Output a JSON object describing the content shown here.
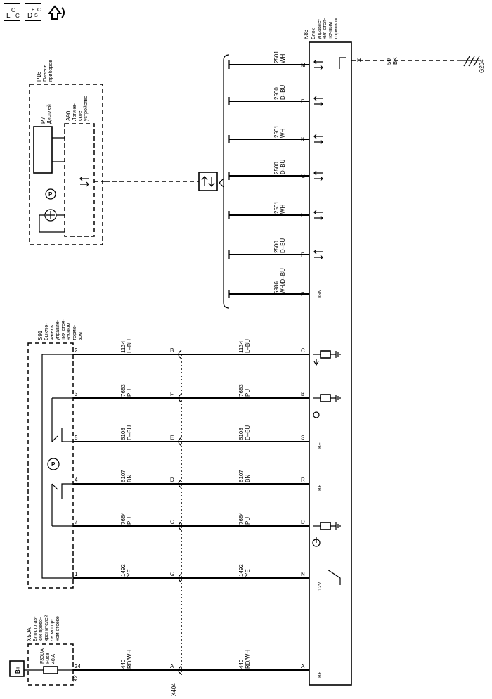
{
  "icons": {
    "loc": {
      "big": "L",
      "sub1": "O",
      "sub2": "C"
    },
    "desc": {
      "big": "D",
      "sub1": "E",
      "sub2": "S",
      "sub3": "C"
    },
    "power": "power-hand-icon"
  },
  "modules": {
    "k83": {
      "name": "K83",
      "desc": [
        "Блок",
        "управле-",
        "ния стоя-",
        "ночным",
        "тормозом"
      ]
    },
    "p16": {
      "name": "P16",
      "desc": [
        "Панель",
        "приборов"
      ]
    },
    "p7": {
      "name": "P7",
      "desc": "Дисплей"
    },
    "a90": {
      "name": "A90",
      "desc": [
        "Логиче-",
        "ское",
        "устройство"
      ]
    },
    "s91": {
      "name": "S91",
      "desc": [
        "Выклю-",
        "чатель",
        "управле-",
        "ния стоя-",
        "ночным",
        "тормо-",
        "зом"
      ]
    },
    "x50a": {
      "name": "X50A",
      "desc": [
        "Блок плав-",
        "ких предо-",
        "хранителей",
        "- в мотор-",
        "ном отсеке"
      ]
    },
    "fuse": {
      "name": "F30UA",
      "type": "Fuse",
      "rating": "40 A"
    },
    "bplus": "B+",
    "x2": "X2",
    "x404": "X404",
    "g204": "G204"
  },
  "bus_wires": [
    {
      "circuit": "2501",
      "color": "WH",
      "pin": "M"
    },
    {
      "circuit": "2500",
      "color": "D–BU",
      "pin": "E"
    },
    {
      "circuit": "2501",
      "color": "WH",
      "pin": "K"
    },
    {
      "circuit": "2500",
      "color": "D–BU",
      "pin": "G"
    },
    {
      "circuit": "2501",
      "color": "WH",
      "pin": "L"
    },
    {
      "circuit": "2500",
      "color": "D–BU",
      "pin": "F"
    },
    {
      "circuit": "5986",
      "color": "WH/D–BU",
      "pin": "P",
      "label": "IGN"
    }
  ],
  "ground_wire": {
    "circuit": "50",
    "color": "BK",
    "pin": "H"
  },
  "harness_wires": [
    {
      "circuit": "1134",
      "color": "L–BU",
      "sw_pin": "2",
      "x404_pin": "B",
      "k83_pin": "C"
    },
    {
      "circuit": "7683",
      "color": "PU",
      "sw_pin": "3",
      "x404_pin": "F",
      "k83_pin": "B"
    },
    {
      "circuit": "6108",
      "color": "D–BU",
      "sw_pin": "5",
      "x404_pin": "E",
      "k83_pin": "S",
      "label": "B+"
    },
    {
      "circuit": "6107",
      "color": "BN",
      "sw_pin": "4",
      "x404_pin": "D",
      "k83_pin": "R",
      "label": "B+"
    },
    {
      "circuit": "7684",
      "color": "PU",
      "sw_pin": "7",
      "x404_pin": "C",
      "k83_pin": "D"
    },
    {
      "circuit": "1492",
      "color": "YE",
      "sw_pin": "1",
      "x404_pin": "G",
      "k83_pin": "N",
      "label": "12V"
    },
    {
      "circuit": "440",
      "color": "RD/WH",
      "sw_pin": "24",
      "x404_pin": "A",
      "k83_pin": "A",
      "label": "B+"
    }
  ]
}
